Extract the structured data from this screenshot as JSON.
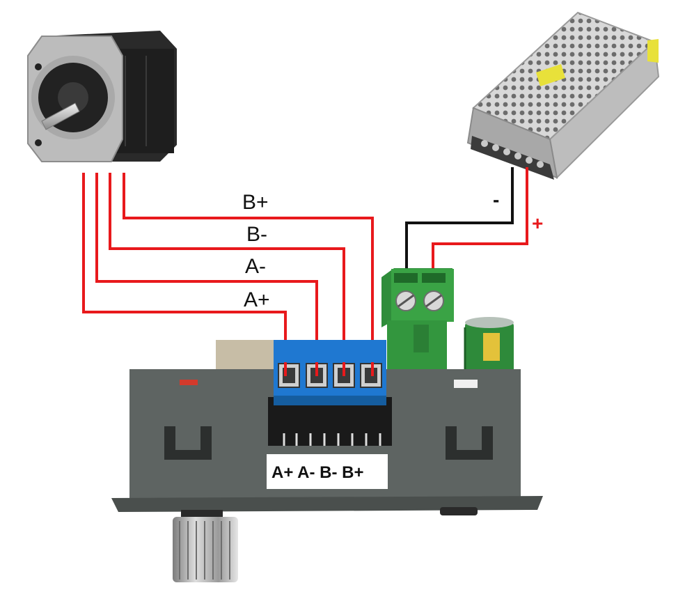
{
  "wires": {
    "b_plus": "B+",
    "b_minus": "B-",
    "a_minus": "A-",
    "a_plus": "A+"
  },
  "power": {
    "minus": "-",
    "plus": "+"
  },
  "board_label": "A+ A- B- B+",
  "colors": {
    "wire_red": "#e8191c",
    "wire_black": "#111111",
    "terminal_blue": "#1f78d1",
    "terminal_green": "#3aa345",
    "case_gray": "#5e6462"
  }
}
